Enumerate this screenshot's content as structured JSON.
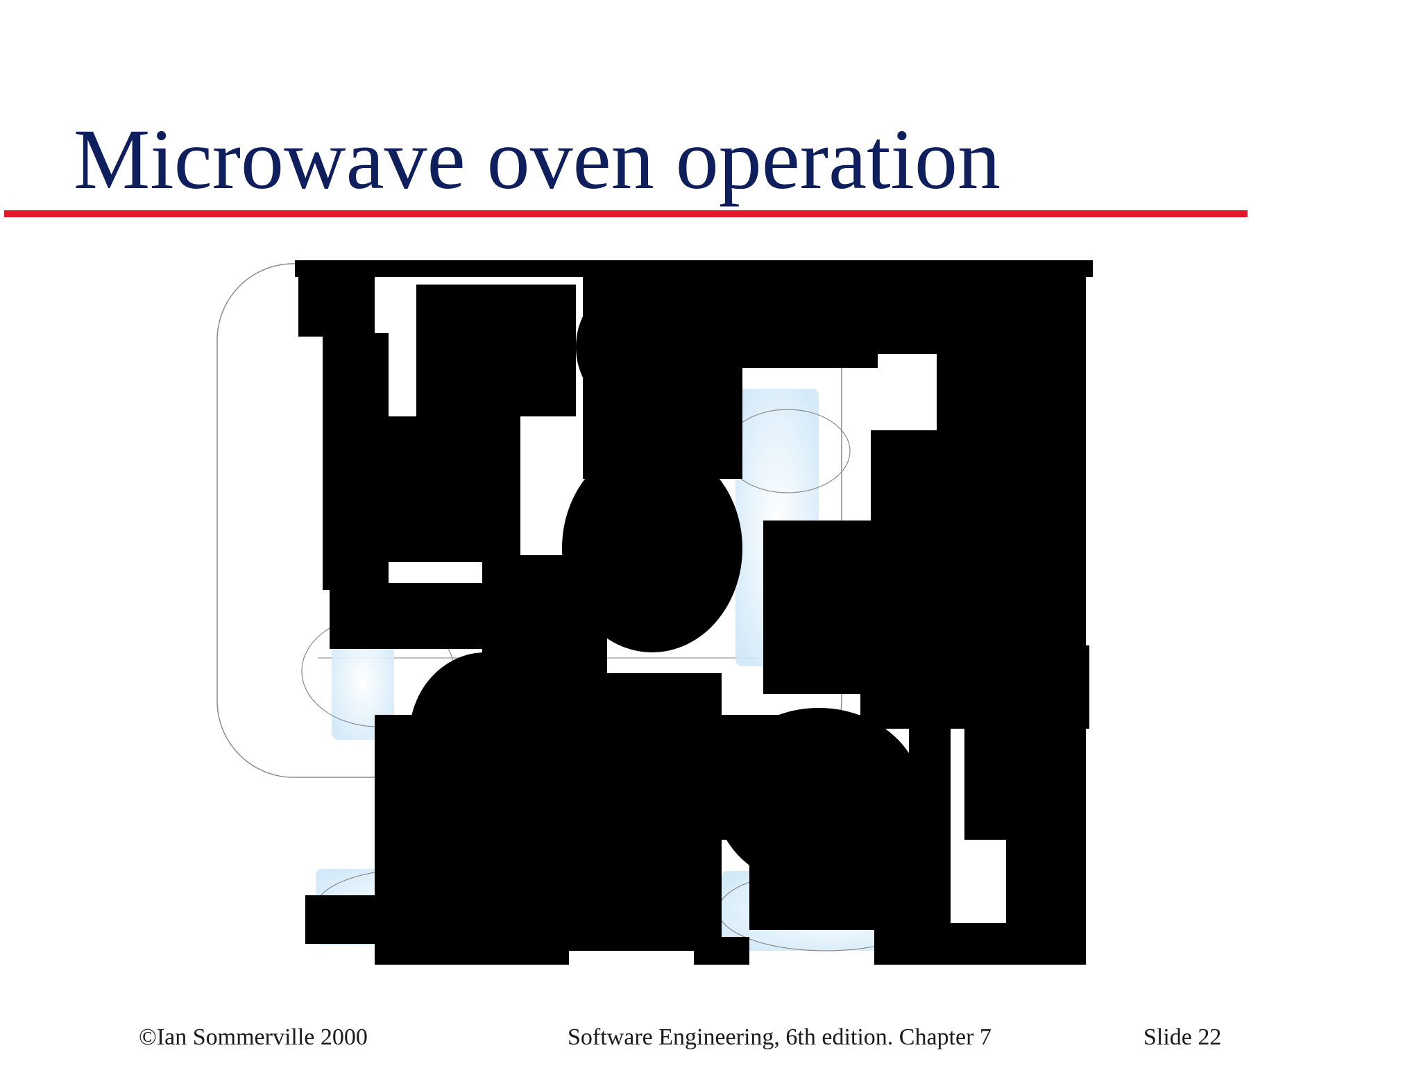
{
  "slide": {
    "title": "Microwave oven operation",
    "accent_color": "#e4172b",
    "title_color": "#0f1e5c"
  },
  "footer": {
    "copyright": "©Ian Sommerville 2000",
    "book": "Software Engineering, 6th edition. Chapter 7",
    "slide_number": "Slide  22"
  }
}
